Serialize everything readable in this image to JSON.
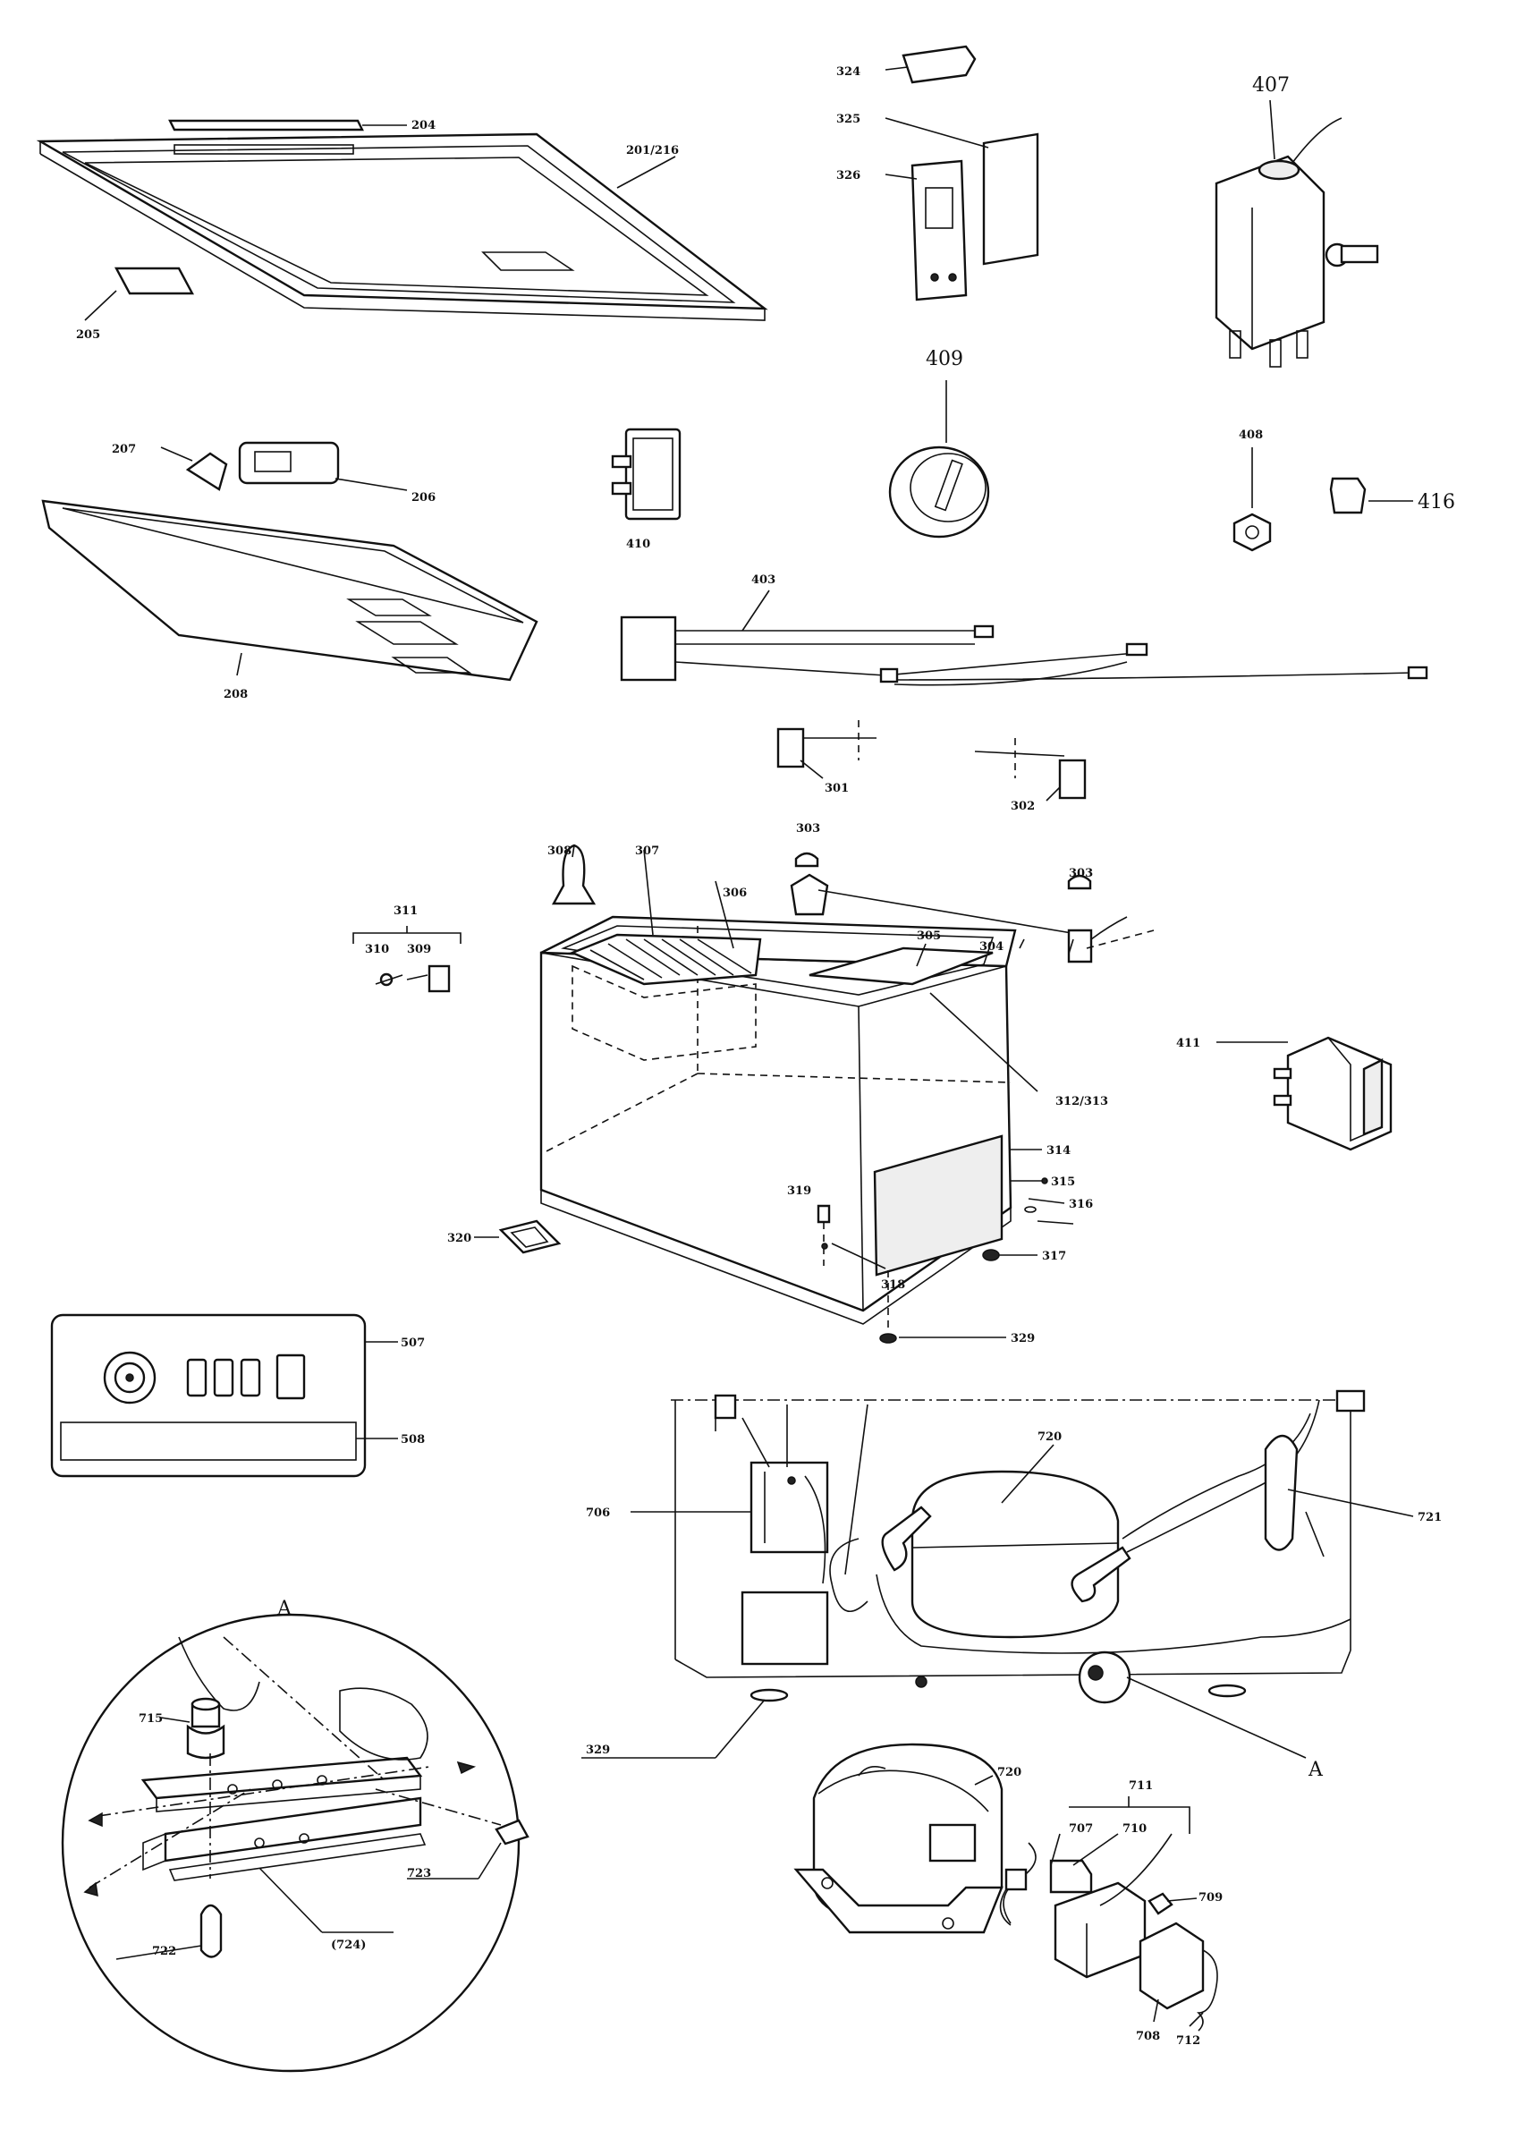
{
  "labels": {
    "p204": "204",
    "p201_216": "201/216",
    "p205": "205",
    "p207": "207",
    "p206": "206",
    "p208": "208",
    "p324": "324",
    "p325": "325",
    "p326": "326",
    "p410": "410",
    "p409": "409",
    "p407": "407",
    "p408": "408",
    "p416": "416",
    "p403": "403",
    "p301": "301",
    "p302": "302",
    "p303a": "303",
    "p303b": "303",
    "p304": "304",
    "p305": "305",
    "p306": "306",
    "p307": "307",
    "p308": "308",
    "p311": "311",
    "p310": "310",
    "p309": "309",
    "p312_313": "312/313",
    "p411": "411",
    "p314": "314",
    "p315": "315",
    "p316": "316",
    "p317": "317",
    "p318": "318",
    "p319": "319",
    "p320": "320",
    "p329a": "329",
    "p329b": "329",
    "p507": "507",
    "p508": "508",
    "p706": "706",
    "p720a": "720",
    "p720b": "720",
    "p721": "721",
    "pA_callout": "A",
    "pA_title": "A",
    "p715": "715",
    "p723": "723",
    "p722": "722",
    "p724": "(724)",
    "p711": "711",
    "p707": "707",
    "p710": "710",
    "p709": "709",
    "p708": "708",
    "p712": "712"
  }
}
